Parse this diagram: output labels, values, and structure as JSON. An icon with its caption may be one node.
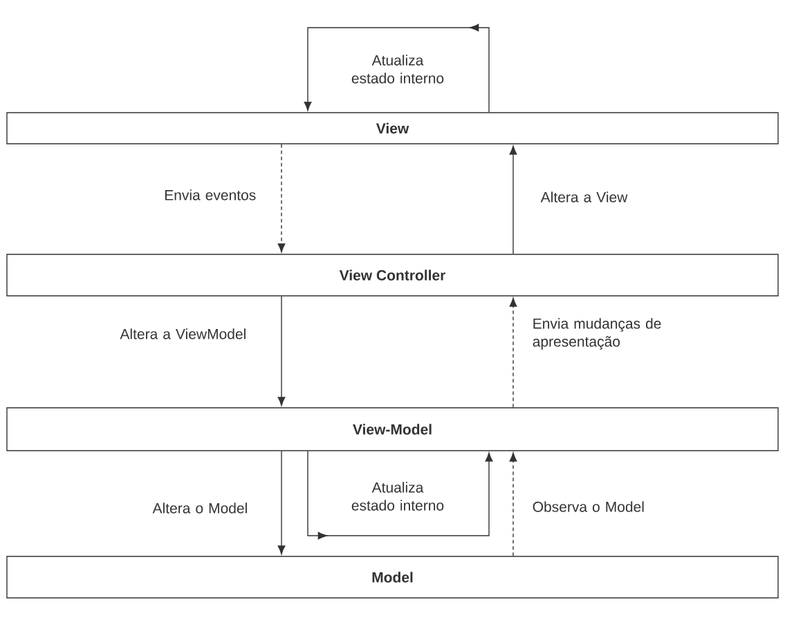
{
  "diagram": {
    "nodes": [
      {
        "text": [
          "View"
        ]
      },
      {
        "text": [
          "View Controller"
        ]
      },
      {
        "text": [
          "View-Model"
        ]
      },
      {
        "text": [
          "Model"
        ]
      }
    ],
    "edges": [
      {
        "from": 0,
        "to": 1,
        "arrow": "to",
        "style": "dashed",
        "label": "Envia eventos"
      },
      {
        "from": 1,
        "to": 0,
        "arrow": "to",
        "label": "Altera a View"
      },
      {
        "from": 1,
        "to": 2,
        "arrow": "to",
        "label": "Altera a ViewModel"
      },
      {
        "from": 2,
        "to": 1,
        "arrow": "to",
        "style": "dashed",
        "label": "Envia mudanças de apresentação"
      },
      {
        "from": 2,
        "to": 3,
        "arrow": "to",
        "label": "Altera o Model"
      },
      {
        "from": 3,
        "to": 2,
        "arrow": "to",
        "style": "dashed",
        "label": "Observa o Model"
      },
      {
        "from": 0,
        "to": 0,
        "arrow": "to",
        "label": "Atualiza estado interno"
      },
      {
        "from": 2,
        "to": 2,
        "arrow": "to",
        "label": "Atualiza estado interno"
      }
    ]
  }
}
